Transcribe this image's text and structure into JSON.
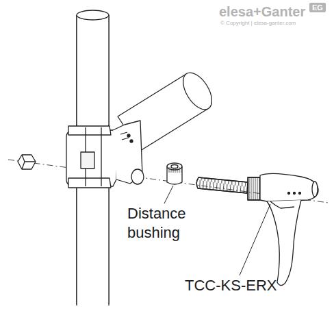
{
  "diagram": {
    "labels": [
      "elesa+Ganter",
      "EG",
      "© Copyright | elesa-ganter.com",
      "Distance bushing",
      "TCC-KS-ERX"
    ]
  }
}
